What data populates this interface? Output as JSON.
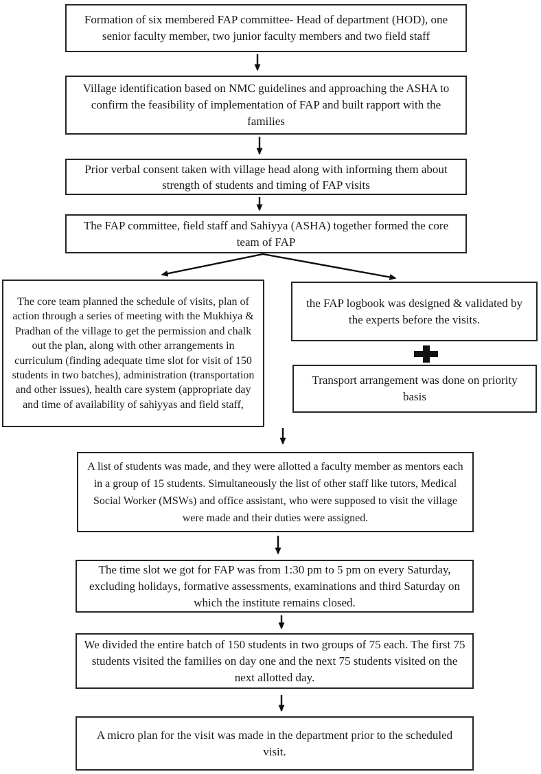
{
  "figure": {
    "type": "flowchart",
    "background": "#ffffff",
    "colors": {
      "box_border": "#262626",
      "text": "#1a1a1a",
      "arrow": "#0d0d0d",
      "page_edge": "#c9c9c9"
    }
  },
  "nodes": [
    {
      "id": "committee-formation",
      "text": "Formation of six membered FAP committee- Head of department (HOD), one senior faculty member, two junior faculty members and two field staff"
    },
    {
      "id": "village-identification",
      "text": "Village identification based on NMC guidelines and approaching the ASHA to confirm the feasibility of implementation of FAP and built rapport with the families"
    },
    {
      "id": "verbal-consent",
      "text": "Prior verbal consent taken with village head along with informing them about strength of students and timing of FAP visits"
    },
    {
      "id": "core-team",
      "text": "The FAP committee, field staff and Sahiyya (ASHA) together formed the core team of FAP"
    },
    {
      "id": "schedule-planning",
      "text": "The core team planned the schedule of visits, plan of action through a series of meeting with the Mukhiya & Pradhan of the village to get the permission and chalk out the plan, along with other arrangements in curriculum (finding adequate time slot for visit of 150 students in two batches), administration (transportation and other issues), health care system (appropriate day and time of availability of sahiyyas and field staff,"
    },
    {
      "id": "logbook-design",
      "text": "the FAP logbook was designed & validated by the experts before the visits."
    },
    {
      "id": "transport-arrangement",
      "text": "Transport arrangement was done on priority basis"
    },
    {
      "id": "student-list",
      "text": "A list of students was made, and they were allotted a faculty member as mentors each in a group of 15 students. Simultaneously the list of other staff like tutors, Medical Social Worker (MSWs) and office assistant, who were supposed to visit the village were made and their duties were assigned."
    },
    {
      "id": "time-slot",
      "text": "The time slot we got for FAP was from 1:30 pm to 5 pm on every Saturday, excluding holidays, formative assessments, examinations and third Saturday on which the institute remains closed."
    },
    {
      "id": "batch-division",
      "text": "We divided the entire batch of 150 students in two groups of 75 each. The first 75 students visited the families on day one and the next 75 students visited on the next allotted day."
    },
    {
      "id": "micro-plan",
      "text": "A micro plan for the visit was made in the department prior to the scheduled visit."
    }
  ],
  "icons": {
    "plus": "+"
  }
}
